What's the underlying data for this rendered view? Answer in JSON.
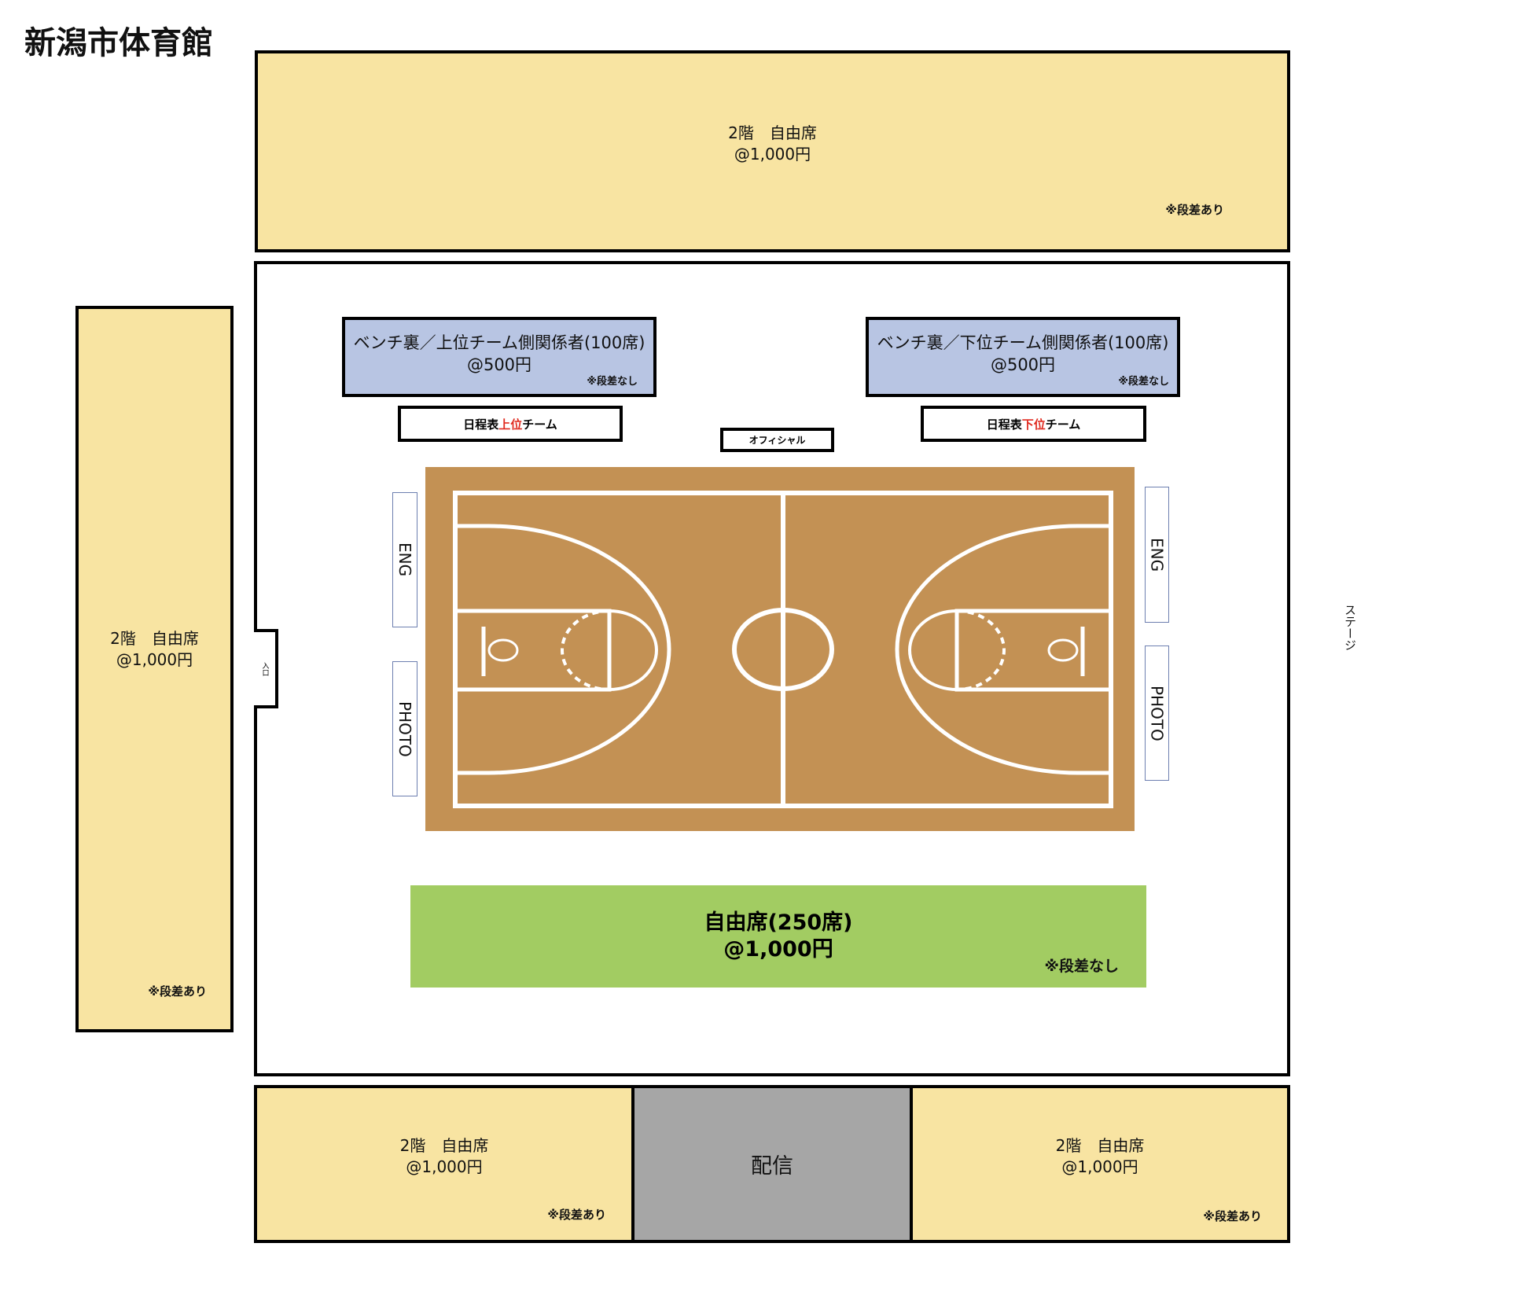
{
  "title": "新潟市体育館",
  "top_block": {
    "label": "2階　自由席",
    "price": "@1,000円",
    "note": "※段差あり"
  },
  "left_block": {
    "label": "2階　自由席",
    "price": "@1,000円",
    "note": "※段差あり"
  },
  "bottom_left_block": {
    "label": "2階　自由席",
    "price": "@1,000円",
    "note": "※段差あり"
  },
  "bottom_right_block": {
    "label": "2階　自由席",
    "price": "@1,000円",
    "note": "※段差あり"
  },
  "streaming": {
    "label": "配信"
  },
  "bench_upper": {
    "label": "ベンチ裏／上位チーム側関係者(100席)",
    "price": "@500円",
    "note": "※段差なし"
  },
  "bench_lower": {
    "label": "ベンチ裏／下位チーム側関係者(100席)",
    "price": "@500円",
    "note": "※段差なし"
  },
  "schedule_upper": {
    "prefix": "日程表",
    "highlight": "上位",
    "suffix": "チーム"
  },
  "schedule_lower": {
    "prefix": "日程表",
    "highlight": "下位",
    "suffix": "チーム"
  },
  "official": "オフィシャル",
  "eng_left": "ENG",
  "photo_left": "PHOTO",
  "eng_right": "ENG",
  "photo_right": "PHOTO",
  "entrance": "入口",
  "stage": "ステージ",
  "floor_seats": {
    "label": "自由席(250席)",
    "price": "@1,000円",
    "note": "※段差なし"
  },
  "colors": {
    "upper_seats": "#f8e4a2",
    "bench": "#b8c5e3",
    "floor_seats": "#a2cc62",
    "court": "#c39154",
    "streaming": "#a6a6a6",
    "highlight": "#e02b20"
  }
}
